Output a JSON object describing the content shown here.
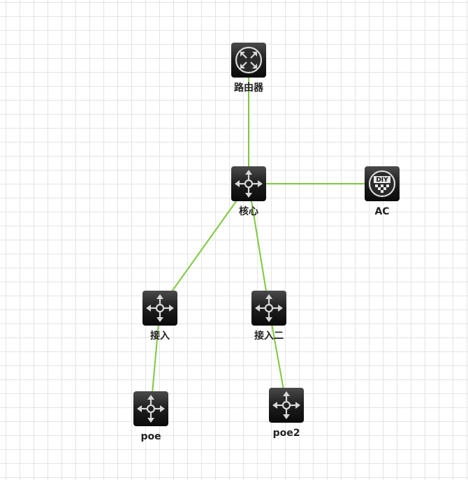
{
  "topology": {
    "link_color": "#7dc83c",
    "nodes": [
      {
        "id": "router",
        "label": "路由器",
        "icon": "router-icon"
      },
      {
        "id": "core",
        "label": "核心",
        "icon": "switch-icon"
      },
      {
        "id": "ac",
        "label": "AC",
        "icon": "diy-icon"
      },
      {
        "id": "access1",
        "label": "接入",
        "icon": "switch-icon"
      },
      {
        "id": "access2",
        "label": "接入二",
        "icon": "switch-icon"
      },
      {
        "id": "poe",
        "label": "poe",
        "icon": "switch-icon"
      },
      {
        "id": "poe2",
        "label": "poe2",
        "icon": "switch-icon"
      }
    ],
    "links": [
      {
        "from": "router",
        "to": "core"
      },
      {
        "from": "core",
        "to": "ac"
      },
      {
        "from": "core",
        "to": "access1"
      },
      {
        "from": "core",
        "to": "access2"
      },
      {
        "from": "access1",
        "to": "poe"
      },
      {
        "from": "access2",
        "to": "poe2"
      }
    ]
  }
}
